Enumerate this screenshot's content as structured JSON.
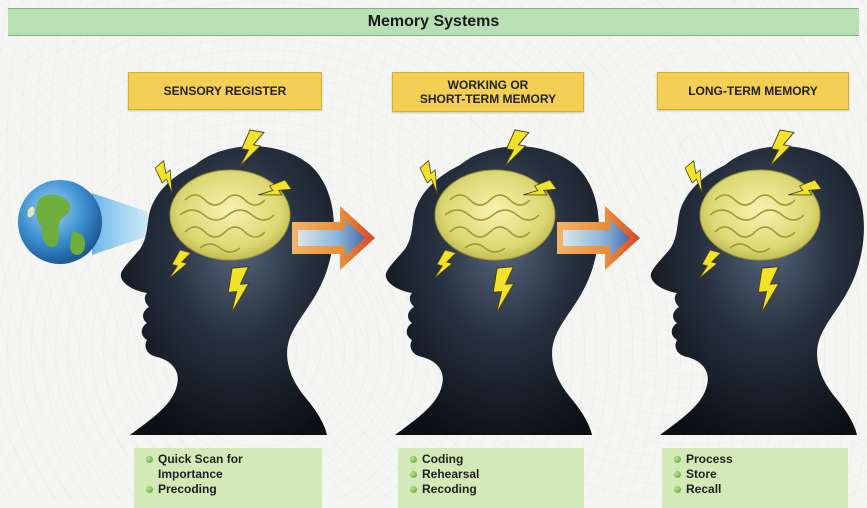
{
  "title": "Memory Systems",
  "stages": [
    {
      "label_lines": [
        "SENSORY REGISTER"
      ],
      "items": [
        "Quick Scan for",
        "Importance",
        "Precoding"
      ]
    },
    {
      "label_lines": [
        "WORKING OR",
        "SHORT-TERM MEMORY"
      ],
      "items": [
        "Coding",
        "Rehearsal",
        "Recoding"
      ]
    },
    {
      "label_lines": [
        "LONG-TERM MEMORY"
      ],
      "items": [
        "Process",
        "Store",
        "Recall"
      ]
    }
  ],
  "colors": {
    "title_bar": "#b9dfb5",
    "label_box": "#f3cf55",
    "list_box": "#d3eab8",
    "head": "#1d2430",
    "brain": "#e7e58a",
    "lightning": "#f2e22a",
    "arrow_orange": "#e8963a",
    "arrow_blue": "#7fb8e8"
  },
  "icons": [
    "globe-icon",
    "head-silhouette-icon",
    "brain-icon",
    "lightning-icon",
    "flow-arrow-icon",
    "bullet-icon"
  ]
}
